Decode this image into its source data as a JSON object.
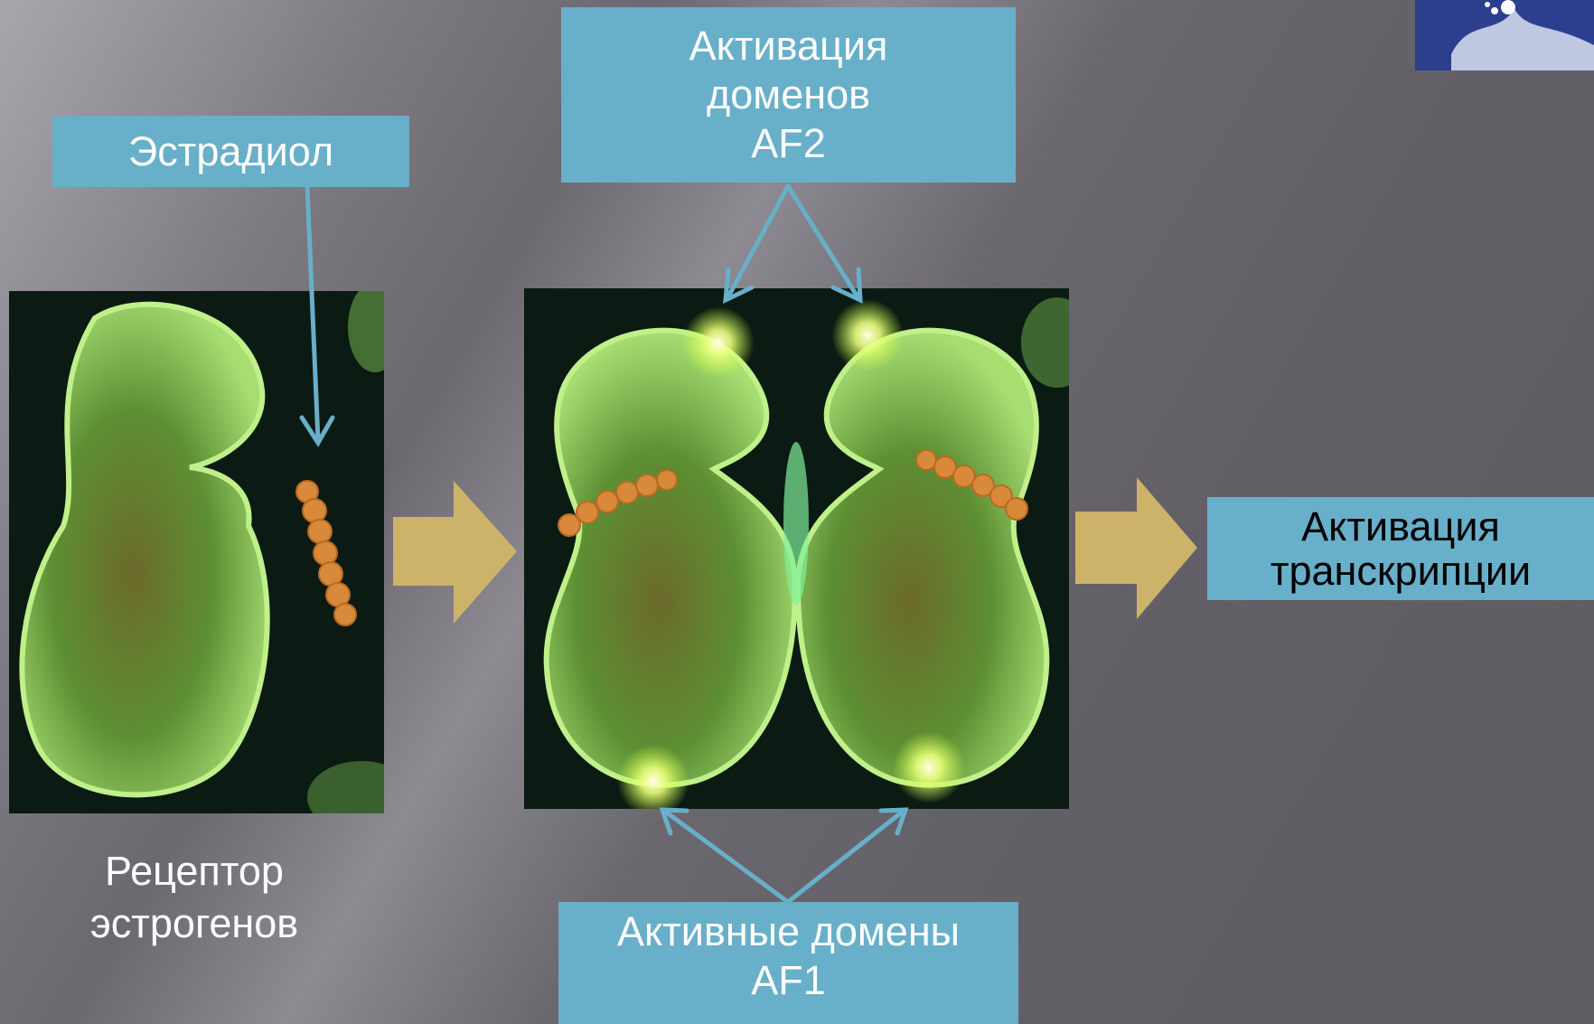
{
  "labels": {
    "estradiol": "Эстрадиол",
    "af2": "Активация\nдоменов\nAF2",
    "af1": "Активные домены\nAF1",
    "transcription": "Активация\nтранскрипции",
    "receptor": "Рецептор\nэстрогенов"
  },
  "colors": {
    "box_fill": "#68afc9",
    "arrow_blue": "#68afc9",
    "arrow_gold": "#cdb26a",
    "protein_green": "#9ed56f",
    "ligand_orange": "#d8893a"
  },
  "icons": {
    "right_arrows": "block-arrow-right",
    "pointers": "thin-arrow"
  }
}
